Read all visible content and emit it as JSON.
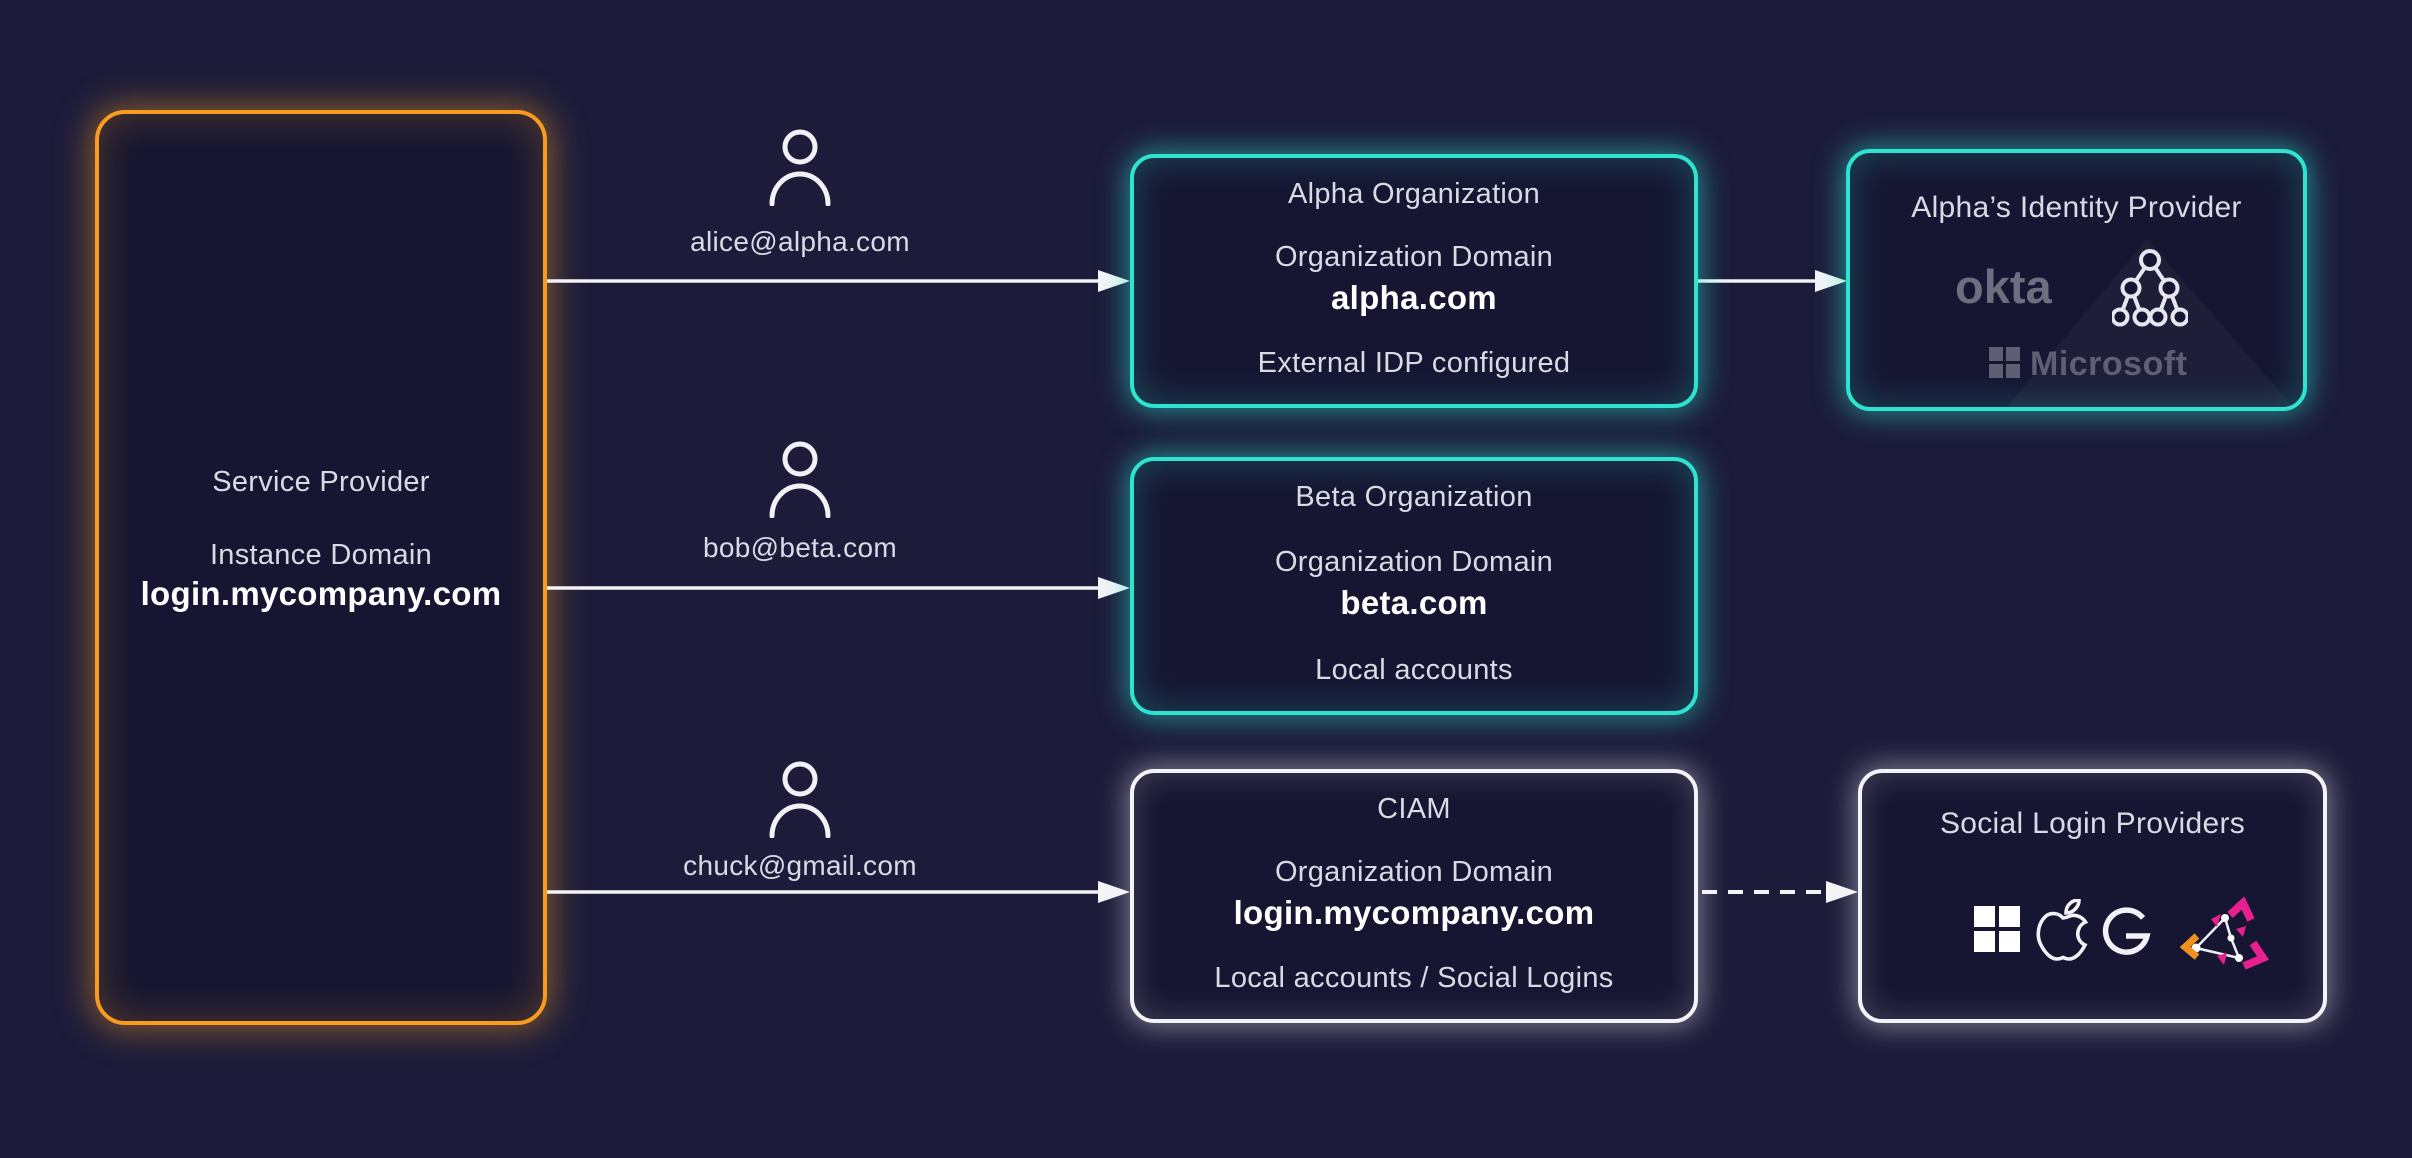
{
  "background_color": "#1c1c3a",
  "service_provider": {
    "title": "Service Provider",
    "domain_label": "Instance Domain",
    "domain": "login.mycompany.com",
    "accent_color": "#f89b1e"
  },
  "users": [
    {
      "email": "alice@alpha.com"
    },
    {
      "email": "bob@beta.com"
    },
    {
      "email": "chuck@gmail.com"
    }
  ],
  "organizations": [
    {
      "title": "Alpha Organization",
      "domain_label": "Organization Domain",
      "domain": "alpha.com",
      "note": "External IDP configured",
      "accent_color": "#2ee3d0"
    },
    {
      "title": "Beta Organization",
      "domain_label": "Organization Domain",
      "domain": "beta.com",
      "note": "Local accounts",
      "accent_color": "#2ee3d0"
    },
    {
      "title": "CIAM",
      "domain_label": "Organization Domain",
      "domain": "login.mycompany.com",
      "note": "Local accounts / Social Logins",
      "accent_color": "#f3f3f6"
    }
  ],
  "identity_provider": {
    "title": "Alpha’s Identity Provider",
    "okta_label": "okta",
    "microsoft_label": "Microsoft",
    "accent_color": "#2ee3d0"
  },
  "social_login": {
    "title": "Social Login Providers",
    "providers": [
      "microsoft",
      "apple",
      "google",
      "network-triangle"
    ],
    "accent_color": "#f3f3f6"
  },
  "logo_colors": {
    "magenta": "#e6218f",
    "orange": "#f2901e",
    "gray": "#6e6e80"
  }
}
